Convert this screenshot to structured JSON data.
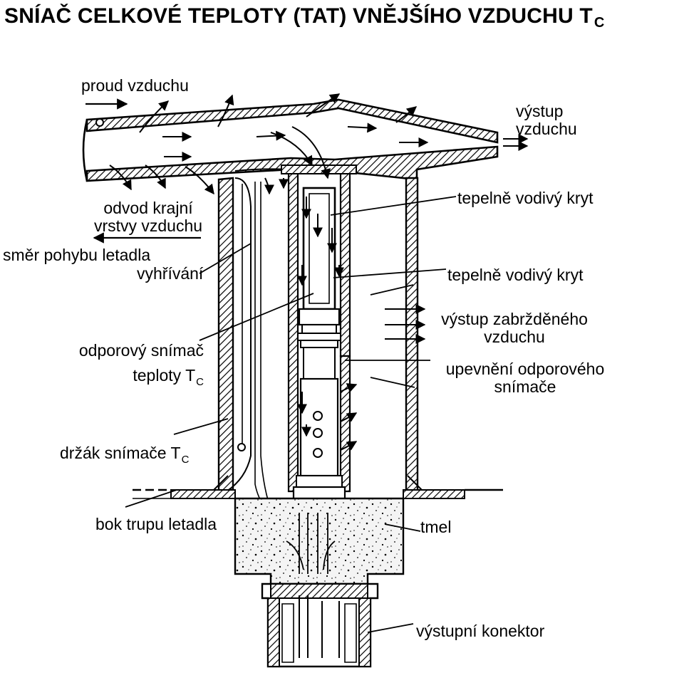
{
  "title": {
    "main": "SNÍAČ CELKOVÉ TEPLOTY (TAT) VNĚJŠÍHO VZDUCHU T",
    "sub": "C"
  },
  "labels": {
    "airflow": "proud vzduchu",
    "air_exit_line1": "výstup",
    "air_exit_line2": "vzduchu",
    "boundary_line1": "odvod krajní",
    "boundary_line2": "vrstvy vzduchu",
    "flight_direction": "směr pohybu letadla",
    "heating": "vyhřívání",
    "sensor_line1": "odporový snímač",
    "sensor_line2": "teploty T",
    "sensor_sub": "C",
    "holder_main": "držák snímače T",
    "holder_sub": "C",
    "fuselage_side": "bok trupu letadla",
    "cover1": "tepelně vodivý kryt",
    "cover2": "tepelně vodivý kryt",
    "decel_exit_line1": "výstup zabržděného",
    "decel_exit_line2": "vzduchu",
    "mount_line1": "upevnění odporového",
    "mount_line2": "snímače",
    "sealant": "tmel",
    "connector": "výstupní konektor"
  },
  "colors": {
    "ink": "#000000",
    "sealant_fill": "#f4f4f4",
    "paper": "#ffffff"
  }
}
